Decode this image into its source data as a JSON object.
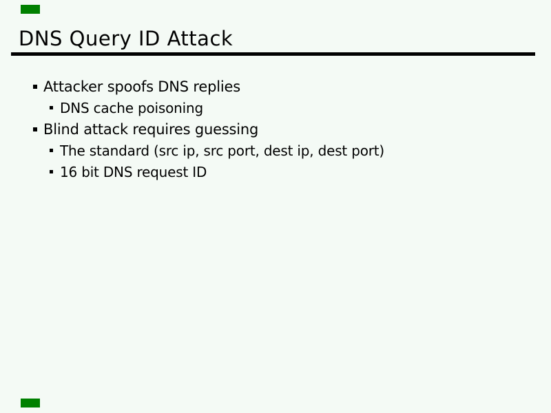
{
  "slide": {
    "title": "DNS Query ID Attack",
    "bullets": [
      {
        "level": 1,
        "text": "Attacker spoofs DNS replies"
      },
      {
        "level": 2,
        "text": "DNS cache poisoning"
      },
      {
        "level": 1,
        "text": "Blind attack requires guessing"
      },
      {
        "level": 2,
        "text": "The standard (src ip, src port, dest ip, dest port)"
      },
      {
        "level": 2,
        "text": "16 bit DNS request ID"
      }
    ],
    "colors": {
      "background": "#f4faf5",
      "text": "#000000",
      "title_rule": "#000000",
      "corner_marker": "#008000"
    }
  }
}
